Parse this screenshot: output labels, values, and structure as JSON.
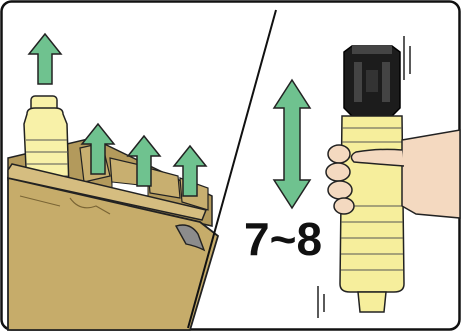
{
  "panels": [
    {
      "name": "left-panel",
      "arrow_color": "#6fc28f",
      "box_color": "#c6ac6a",
      "bottle_color": "#f8f1a8"
    },
    {
      "name": "right-panel",
      "arrow_color": "#6fc28f",
      "cap_color": "#1c1c1c",
      "bottle_color": "#f6ee9c",
      "shake_label": "7~8"
    }
  ]
}
